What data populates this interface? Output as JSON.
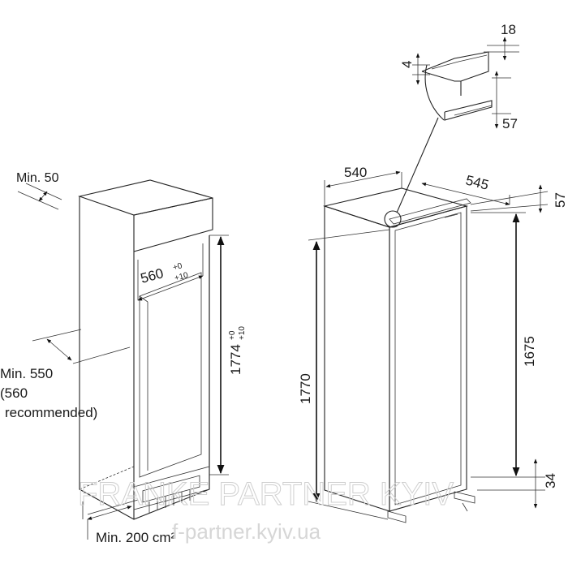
{
  "niche": {
    "min_top": "Min. 50",
    "width_main": "560",
    "width_tol_top": "+0",
    "width_tol_bottom": "+10",
    "height_main": "1774",
    "height_tol_top": "+0",
    "height_tol_bottom": "+10",
    "min_depth_line1": "Min. 550",
    "min_depth_line2": "(560",
    "min_depth_line3": "recommended)",
    "vent_area": "Min. 200 cm²"
  },
  "appliance": {
    "width": "540",
    "depth": "545",
    "top_gap": "57",
    "door_height": "1675",
    "total_height": "1770",
    "bottom_gap": "34"
  },
  "detail": {
    "dim_18": "18",
    "dim_4": "4",
    "dim_57": "57"
  },
  "watermark": {
    "line1": "FRANKE PARTNER KYIV",
    "line2": "f-partner.kyiv.ua"
  }
}
